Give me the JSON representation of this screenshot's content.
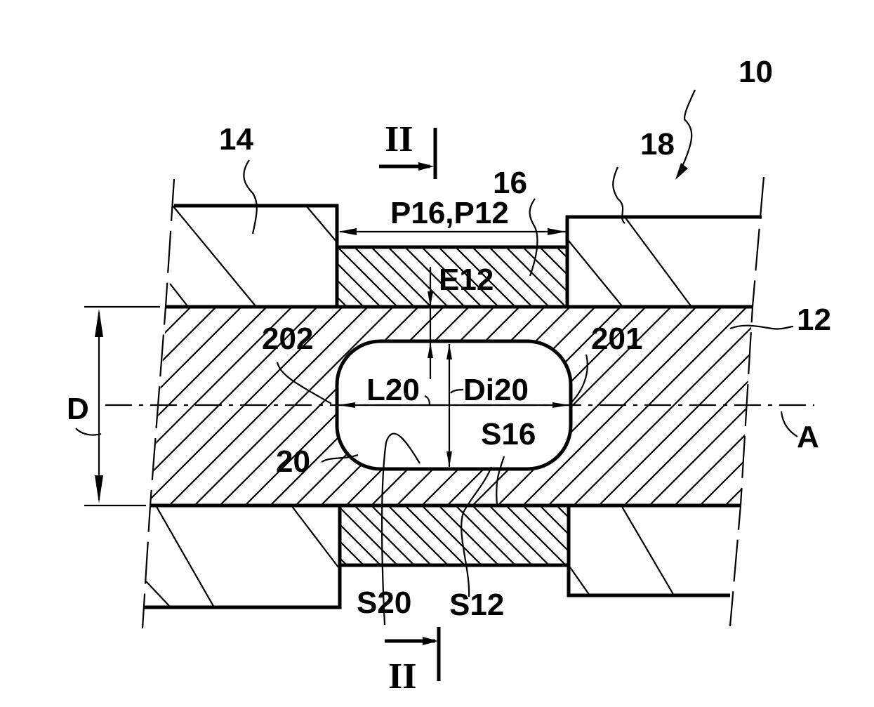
{
  "figure": {
    "title": "Patent drawing — longitudinal section of assembly",
    "labels": {
      "assembly": "10",
      "shaft": "12",
      "ring_left": "14",
      "sleeve": "16",
      "ring_right": "18",
      "cavity": "20",
      "cavity_end_right": "201",
      "cavity_end_left": "202",
      "axis": "A",
      "diameter": "D",
      "length_profile": "P16,P12",
      "thickness": "E12",
      "cavity_length": "L20",
      "cavity_inner_diameter": "Di20",
      "surface_sleeve": "S16",
      "surface_cavity": "S20",
      "surface_shaft": "S12",
      "section_mark_top": "II",
      "section_mark_bottom": "II"
    }
  }
}
